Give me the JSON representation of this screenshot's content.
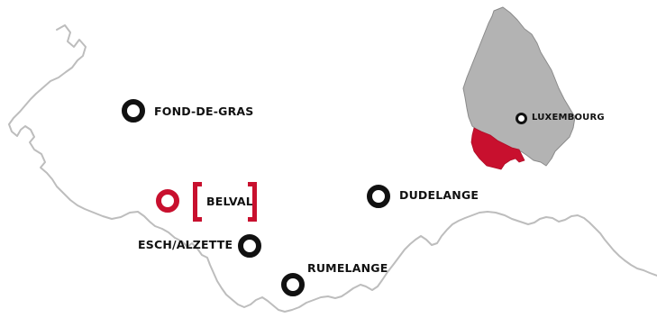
{
  "map": {
    "colors": {
      "border_line": "#bdbdbd",
      "inset_fill": "#b3b3b3",
      "inset_stroke": "#8a8a8a",
      "highlight_region": "#c8102e",
      "marker": "#111111",
      "highlight_marker": "#c8102e"
    },
    "places": [
      {
        "name": "FOND-DE-GRAS",
        "marker": "black-ring",
        "highlighted": false
      },
      {
        "name": "BELVAL",
        "marker": "red-ring",
        "highlighted": true,
        "bracketed": true
      },
      {
        "name": "DUDELANGE",
        "marker": "black-ring",
        "highlighted": false
      },
      {
        "name": "ESCH/ALZETTE",
        "marker": "black-ring",
        "highlighted": false
      },
      {
        "name": "RUMELANGE",
        "marker": "black-ring",
        "highlighted": false
      }
    ],
    "inset": {
      "country_shape": "grey-silhouette",
      "capital": {
        "name": "LUXEMBOURG",
        "marker": "black-ring"
      },
      "highlighted_area": "south-west"
    }
  }
}
